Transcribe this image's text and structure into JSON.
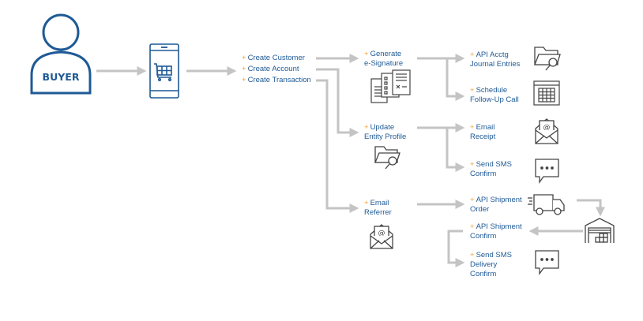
{
  "diagram": {
    "actor": {
      "label": "BUYER",
      "icon": "person-icon"
    },
    "colors": {
      "accent_blue": "#1f5a96",
      "plus_orange": "#f0a030",
      "arrow_gray": "#c4c4c4",
      "icon_stroke": "#444444"
    },
    "plus_symbol": "+",
    "nodes": {
      "create_customer": "Create Customer",
      "create_account": "Create Account",
      "create_transaction": "Create Transaction",
      "generate_esig": [
        "Generate",
        "e-Signature"
      ],
      "update_entity": [
        "Update",
        "Entity Profile"
      ],
      "email_referrer": [
        "Email",
        "Referrer"
      ],
      "api_acctg": [
        "API Acctg",
        "Journal Entries"
      ],
      "schedule_call": [
        "Schedule",
        "Follow-Up Call"
      ],
      "email_receipt": [
        "Email",
        "Receipt"
      ],
      "send_sms_confirm": [
        "Send SMS",
        "Confirm"
      ],
      "api_shipment_order": [
        "API Shipment",
        "Order"
      ],
      "api_shipment_confirm": [
        "API Shipment",
        "Confirm"
      ],
      "send_sms_delivery": [
        "Send SMS",
        "Delivery",
        "Confirm"
      ]
    },
    "icons": [
      "mobile-cart-icon",
      "documents-icon",
      "folder-search-icon",
      "calendar-icon",
      "email-icon",
      "chat-bubble-icon",
      "truck-icon",
      "warehouse-icon"
    ]
  }
}
